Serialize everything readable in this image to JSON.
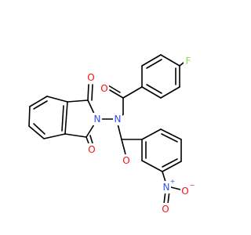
{
  "colors": {
    "carbon_bond": "#000000",
    "oxygen": "#ff0d0d",
    "nitrogen": "#3050f8",
    "fluorine": "#90e050",
    "background": "#ffffff"
  },
  "atoms": {
    "fluorine": {
      "symbol": "F"
    },
    "ketone_oxygen": {
      "symbol": "O"
    },
    "imide_oxygen_top": {
      "symbol": "O"
    },
    "imide_nitrogen": {
      "symbol": "N"
    },
    "amide_nitrogen": {
      "symbol": "N"
    },
    "imide_oxygen_bottom": {
      "symbol": "O"
    },
    "amide_oxygen": {
      "symbol": "O"
    },
    "nitro_nitrogen": {
      "symbol": "N",
      "charge": "+"
    },
    "nitro_oxygen_double": {
      "symbol": "O"
    },
    "nitro_oxygen_single": {
      "symbol": "O",
      "charge": "−"
    }
  }
}
